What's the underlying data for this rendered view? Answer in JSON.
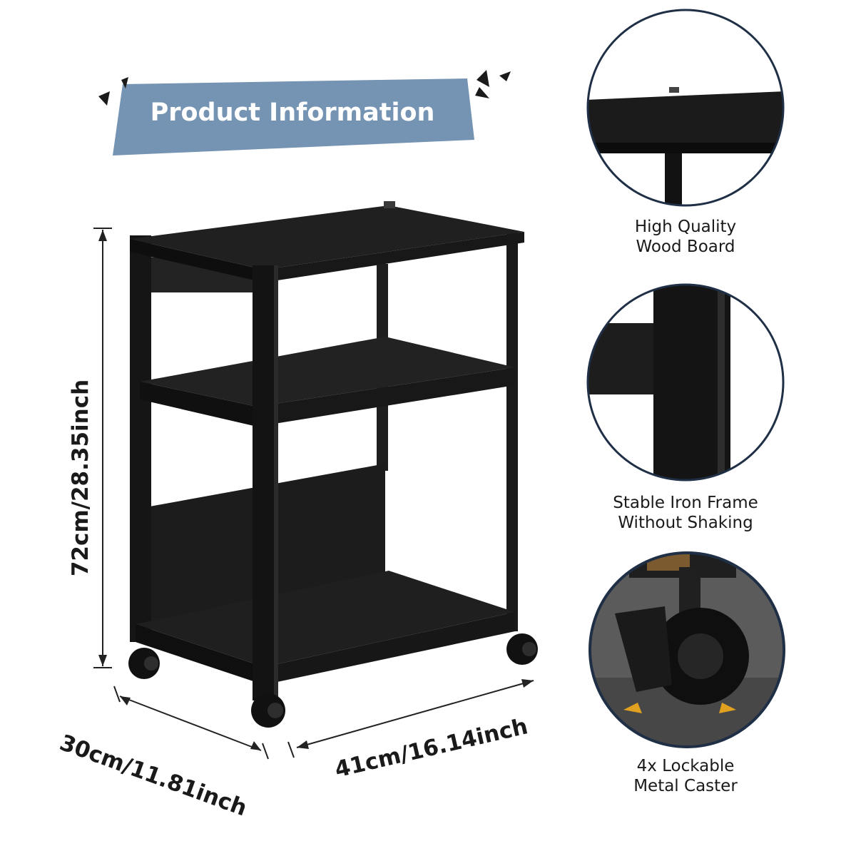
{
  "banner": {
    "title": "Product Information",
    "color": "#7593b2"
  },
  "dimensions": {
    "height": "72cm/28.35inch",
    "depth": "30cm/11.81inch",
    "width": "41cm/16.14inch"
  },
  "features": [
    {
      "line1": "High Quality",
      "line2": "Wood Board",
      "icon": "wood-board-detail"
    },
    {
      "line1": "Stable Iron Frame",
      "line2": "Without Shaking",
      "icon": "iron-frame-detail"
    },
    {
      "line1": "4x Lockable",
      "line2": "Metal Caster",
      "icon": "caster-wheel-detail"
    }
  ],
  "colors": {
    "frame": "#141414",
    "circle_border": "#1f2f45",
    "text": "#1a1a1a"
  }
}
